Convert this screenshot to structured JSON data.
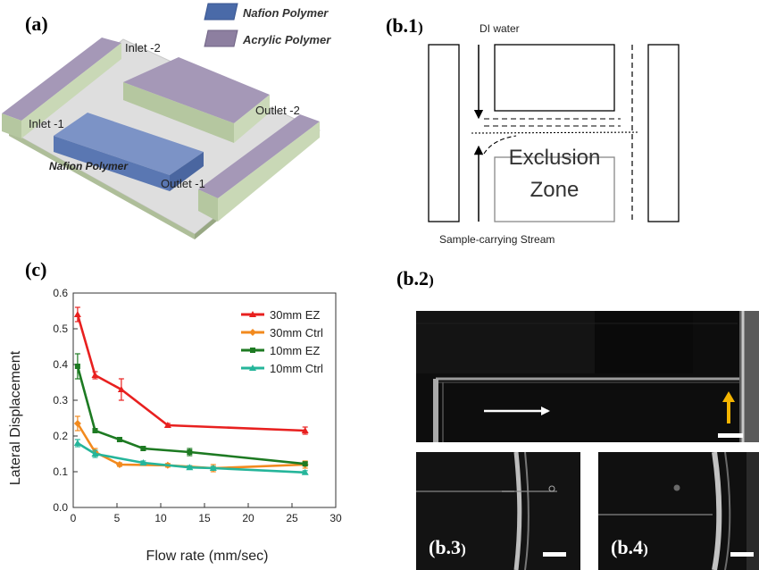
{
  "panel_a": {
    "label": "(a)",
    "legend": [
      {
        "text": "Nafion Polymer",
        "color": "#4a6aa8"
      },
      {
        "text": "Acrylic Polymer",
        "color": "#8d7fa0"
      }
    ],
    "labels": {
      "inlet1": "Inlet -1",
      "inlet2": "Inlet -2",
      "outlet1": "Outlet -1",
      "outlet2": "Outlet -2",
      "nafion": "Nafion Polymer"
    }
  },
  "panel_b1": {
    "label_main": "(b.1",
    "label_close": ")",
    "top_text": "DI water",
    "zone_line1": "Exclusion",
    "zone_line2": "Zone",
    "bottom_text": "Sample-carrying Stream"
  },
  "panel_b2": {
    "label_main": "(b.2",
    "label_close": ")"
  },
  "panel_b3": {
    "label_main": "(b.3",
    "label_close": ")"
  },
  "panel_b4": {
    "label_main": "(b.4",
    "label_close": ")"
  },
  "panel_c": {
    "label": "(c)"
  },
  "chart_data": {
    "type": "line",
    "xlabel": "Flow rate (mm/sec)",
    "ylabel": "Lateral Displacement",
    "xlim": [
      0,
      30
    ],
    "ylim": [
      0,
      0.6
    ],
    "xticks": [
      0,
      5,
      10,
      15,
      20,
      25,
      30
    ],
    "yticks": [
      0.0,
      0.1,
      0.2,
      0.3,
      0.4,
      0.5,
      0.6
    ],
    "legend_position": "top-right",
    "series": [
      {
        "name": "30mm EZ",
        "color": "#e8201f",
        "x": [
          0.5,
          2.5,
          5.5,
          10.8,
          26.5
        ],
        "y": [
          0.54,
          0.37,
          0.33,
          0.23,
          0.215
        ],
        "err": [
          0.02,
          0.01,
          0.03,
          0.005,
          0.01
        ]
      },
      {
        "name": "30mm Ctrl",
        "color": "#f28a1e",
        "x": [
          0.5,
          2.5,
          5.3,
          10.8,
          16,
          26.5
        ],
        "y": [
          0.235,
          0.155,
          0.12,
          0.118,
          0.11,
          0.12
        ],
        "err": [
          0.02,
          0.01,
          0.005,
          0.005,
          0.01,
          0.01
        ]
      },
      {
        "name": "10mm EZ",
        "color": "#1d7a22",
        "x": [
          0.5,
          2.5,
          5.3,
          8.0,
          13.3,
          26.5
        ],
        "y": [
          0.395,
          0.215,
          0.19,
          0.165,
          0.155,
          0.122
        ],
        "err": [
          0.035,
          0.005,
          0.005,
          0.005,
          0.01,
          0.005
        ]
      },
      {
        "name": "10mm Ctrl",
        "color": "#25b59a",
        "x": [
          0.5,
          2.5,
          8.0,
          13.3,
          16,
          26.5
        ],
        "y": [
          0.18,
          0.15,
          0.125,
          0.112,
          0.11,
          0.098
        ],
        "err": [
          0.01,
          0.01,
          0.005,
          0.005,
          0.005,
          0.005
        ]
      }
    ]
  }
}
